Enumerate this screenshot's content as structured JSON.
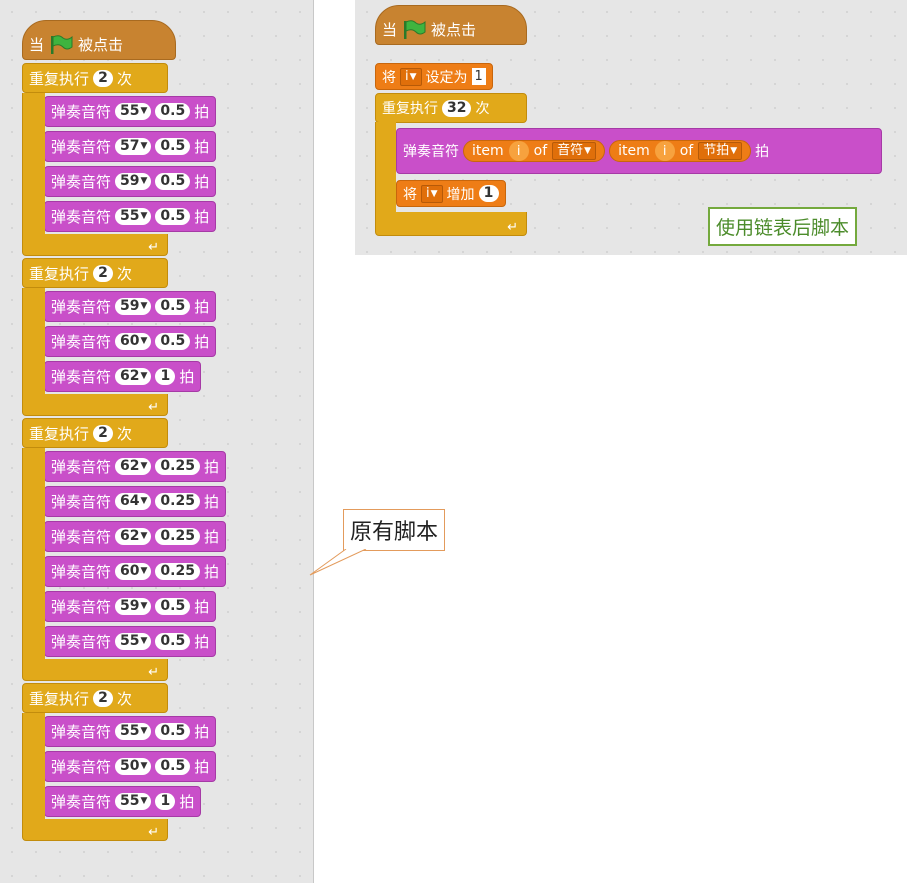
{
  "hat": {
    "when": "当",
    "clicked": "被点击"
  },
  "left_script": {
    "label": "原有脚本",
    "loops": [
      {
        "repeat_label": "重复执行",
        "count": "2",
        "times": "次",
        "notes": [
          {
            "note": "55",
            "beat": "0.5"
          },
          {
            "note": "57",
            "beat": "0.5"
          },
          {
            "note": "59",
            "beat": "0.5"
          },
          {
            "note": "55",
            "beat": "0.5"
          }
        ]
      },
      {
        "repeat_label": "重复执行",
        "count": "2",
        "times": "次",
        "notes": [
          {
            "note": "59",
            "beat": "0.5"
          },
          {
            "note": "60",
            "beat": "0.5"
          },
          {
            "note": "62",
            "beat": "1"
          }
        ]
      },
      {
        "repeat_label": "重复执行",
        "count": "2",
        "times": "次",
        "notes": [
          {
            "note": "62",
            "beat": "0.25"
          },
          {
            "note": "64",
            "beat": "0.25"
          },
          {
            "note": "62",
            "beat": "0.25"
          },
          {
            "note": "60",
            "beat": "0.25"
          },
          {
            "note": "59",
            "beat": "0.5"
          },
          {
            "note": "55",
            "beat": "0.5"
          }
        ]
      },
      {
        "repeat_label": "重复执行",
        "count": "2",
        "times": "次",
        "notes": [
          {
            "note": "55",
            "beat": "0.5"
          },
          {
            "note": "50",
            "beat": "0.5"
          },
          {
            "note": "55",
            "beat": "1"
          }
        ]
      }
    ],
    "play_note_label": "弹奏音符",
    "beat_label": "拍"
  },
  "right_script": {
    "label": "使用链表后脚本",
    "set_prefix": "将",
    "var": "i",
    "set_to": "设定为",
    "set_value": "1",
    "repeat_label": "重复执行",
    "repeat_count": "32",
    "times": "次",
    "play_label": "弹奏音符",
    "item1": "item",
    "of1": "of",
    "list1": "音符",
    "item2": "item",
    "of2": "of",
    "list2": "节拍",
    "beat_label": "拍",
    "change_prefix": "将",
    "change_label": "增加",
    "change_value": "1"
  },
  "colors": {
    "control": "#e1a91a",
    "sound": "#c94fc9",
    "data": "#ee7d16",
    "events": "#c88330",
    "flag": "#3fb43f"
  },
  "icons": {
    "flag": "green-flag-icon",
    "dropdown": "dropdown-triangle-icon",
    "loop": "loop-arrow-icon"
  }
}
